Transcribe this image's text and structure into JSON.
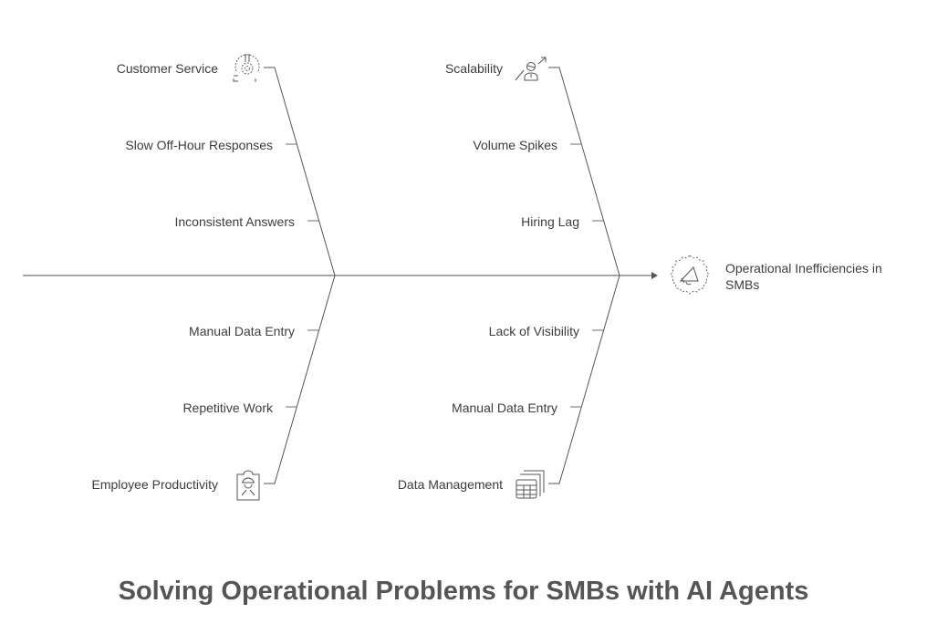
{
  "diagram": {
    "type": "fishbone",
    "title": "Solving Operational Problems for SMBs with AI Agents",
    "effect": {
      "label": "Operational Inefficiencies in SMBs",
      "icon": "megaphone-gear-icon"
    },
    "colors": {
      "line": "#555555",
      "spine": "#8a8a8a",
      "text": "#3d3d3d",
      "title": "#555555"
    },
    "categories": [
      {
        "position": "top-left",
        "label": "Customer Service",
        "icon": "customer-service-headset-icon",
        "causes": [
          "Slow Off-Hour Responses",
          "Inconsistent Answers"
        ]
      },
      {
        "position": "top-right",
        "label": "Scalability",
        "icon": "scalability-person-growth-icon",
        "causes": [
          "Volume Spikes",
          "Hiring Lag"
        ]
      },
      {
        "position": "bottom-left",
        "label": "Employee Productivity",
        "icon": "clipboard-worker-icon",
        "causes": [
          "Manual Data Entry",
          "Repetitive Work"
        ]
      },
      {
        "position": "bottom-right",
        "label": "Data Management",
        "icon": "spreadsheet-stack-icon",
        "causes": [
          "Lack of Visibility",
          "Manual Data Entry"
        ]
      }
    ]
  }
}
